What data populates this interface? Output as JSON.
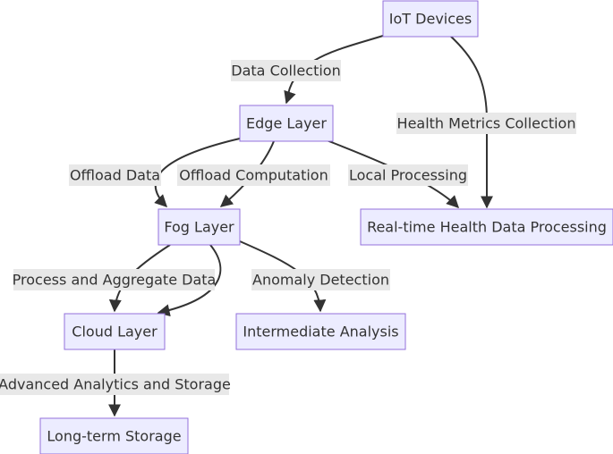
{
  "nodes": {
    "iot_devices": "IoT Devices",
    "edge_layer": "Edge Layer",
    "fog_layer": "Fog Layer",
    "realtime_processing": "Real-time Health Data Processing",
    "cloud_layer": "Cloud Layer",
    "intermediate_analysis": "Intermediate Analysis",
    "long_term_storage": "Long-term Storage"
  },
  "edges": {
    "data_collection": "Data Collection",
    "health_metrics_collection": "Health Metrics Collection",
    "offload_data": "Offload Data",
    "offload_computation": "Offload Computation",
    "local_processing": "Local Processing",
    "process_aggregate": "Process and Aggregate Data",
    "anomaly_detection": "Anomaly Detection",
    "advanced_analytics": "Advanced Analytics and Storage"
  },
  "colors": {
    "node_fill": "#ececff",
    "node_border": "#9370db",
    "edge": "#333333",
    "label_background": "#e8e8e8"
  }
}
